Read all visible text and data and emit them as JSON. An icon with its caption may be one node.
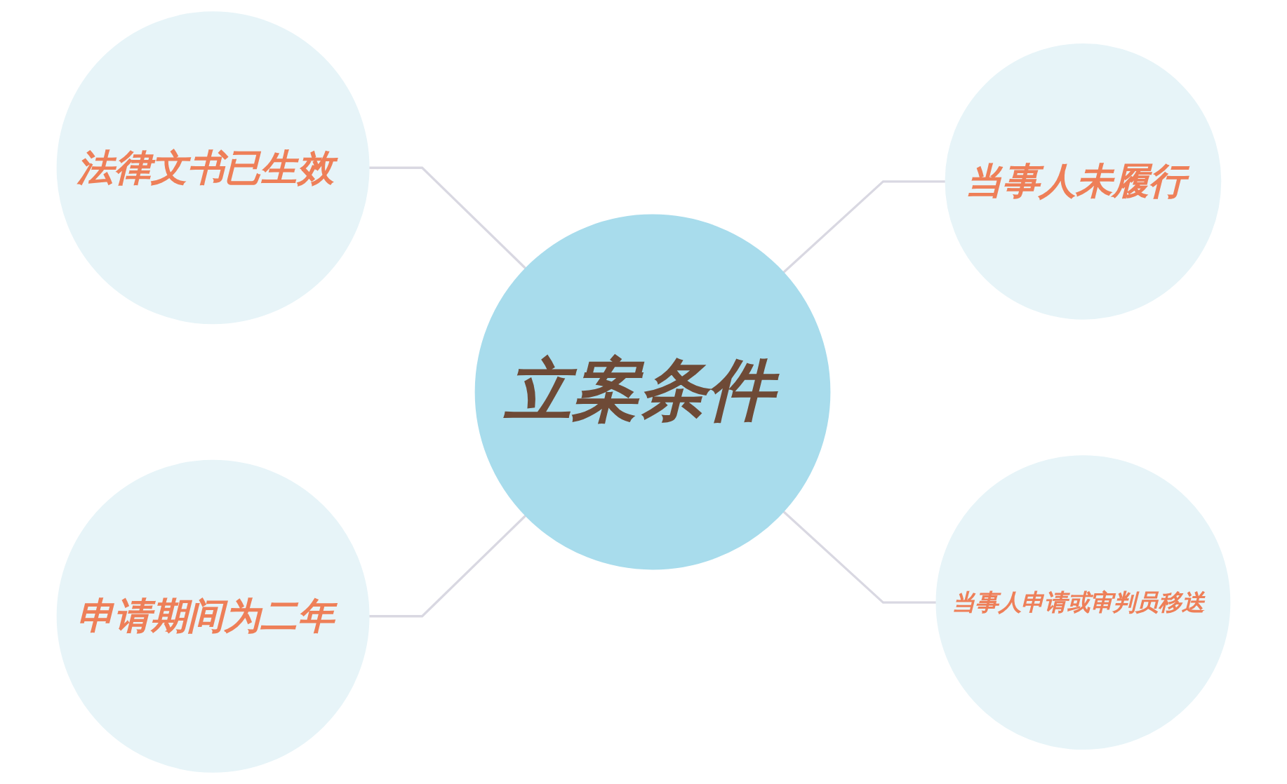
{
  "diagram": {
    "nodes": [
      {
        "text": [
          "法律文书已生效"
        ]
      },
      {
        "text": [
          "当事人未履行"
        ]
      },
      {
        "text": [
          "立案条件"
        ]
      },
      {
        "text": [
          "申请期间为二年"
        ]
      },
      {
        "text": [
          "当事人申请或审判员移送"
        ]
      }
    ],
    "edges": [
      {
        "from": 0,
        "to": 2,
        "arrow": "none"
      },
      {
        "from": 2,
        "to": 1,
        "arrow": "none"
      },
      {
        "from": 3,
        "to": 2,
        "arrow": "none"
      },
      {
        "from": 2,
        "to": 4,
        "arrow": "none"
      }
    ]
  }
}
